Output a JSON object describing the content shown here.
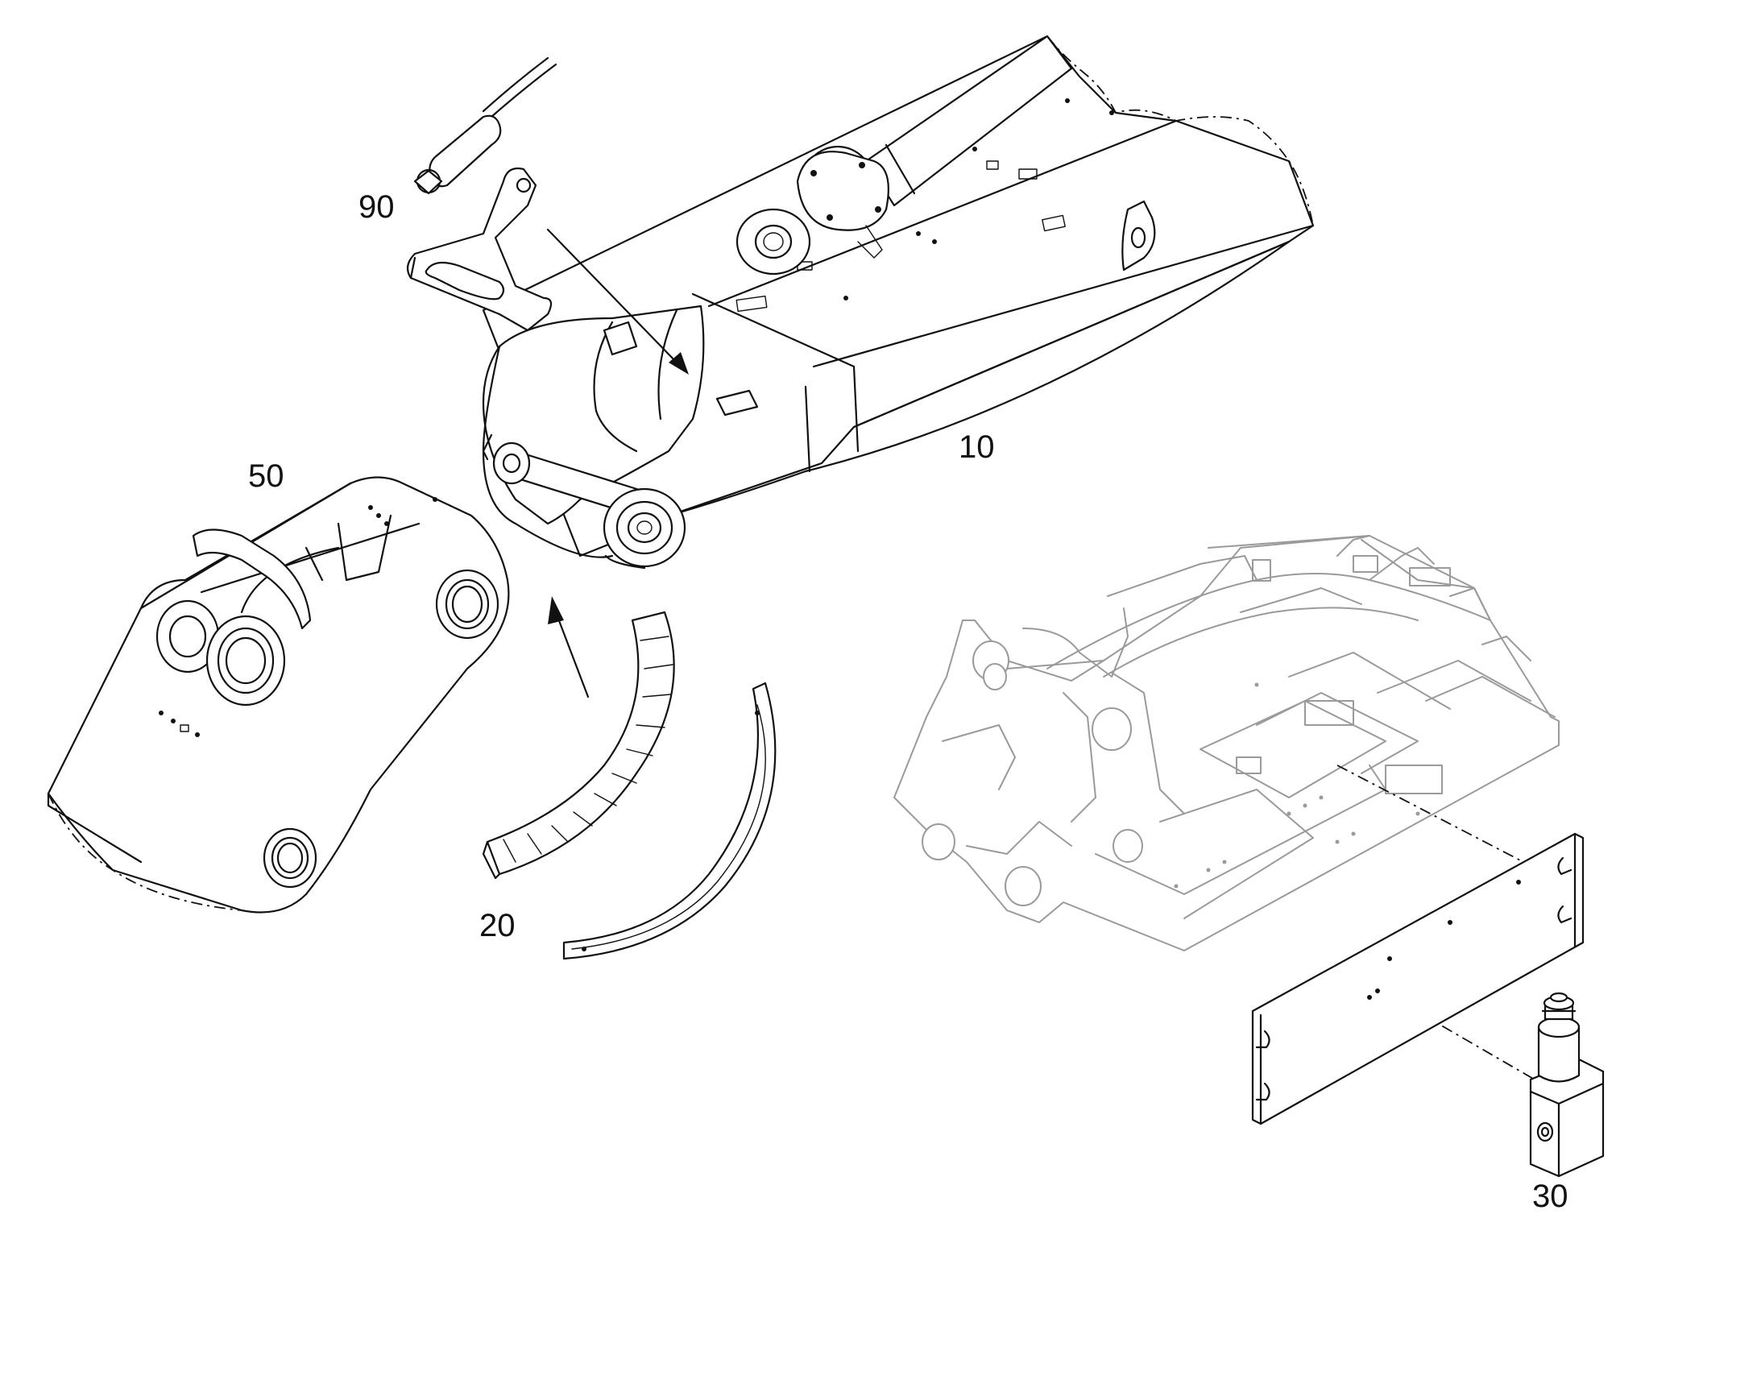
{
  "callouts": {
    "item_10": "10",
    "item_20": "20",
    "item_30": "30",
    "item_50": "50",
    "item_90": "90"
  },
  "colors": {
    "line": "#111111",
    "ghost_line": "#9a9a9a",
    "background": "#ffffff"
  }
}
